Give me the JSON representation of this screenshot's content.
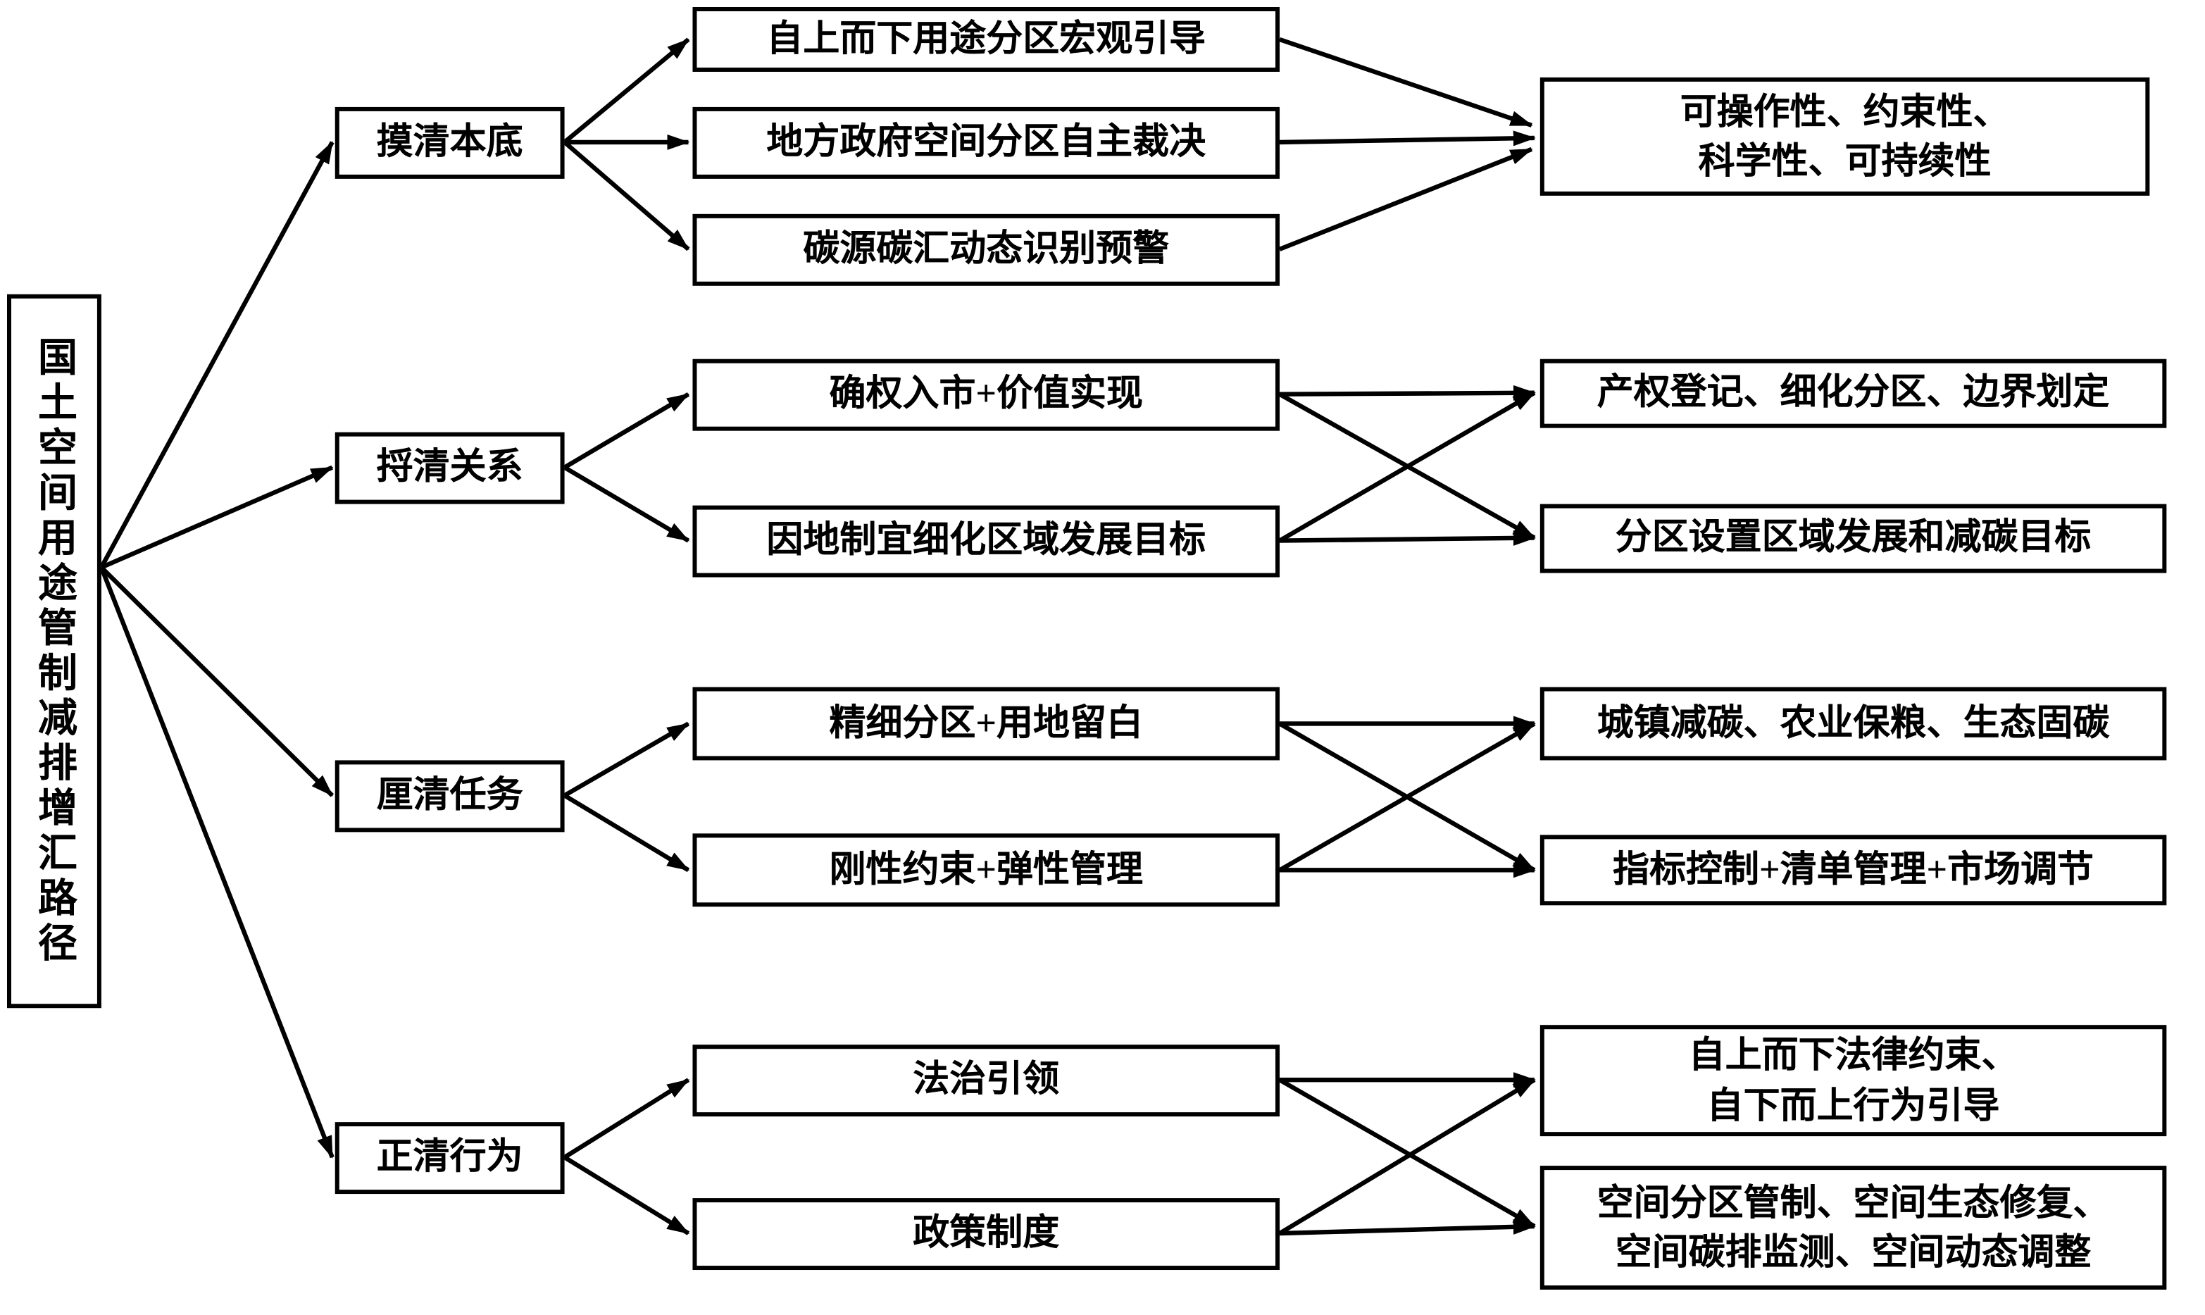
{
  "figure": {
    "colors": {
      "ink": "#000000",
      "background": "#ffffff"
    },
    "root": {
      "label": "国土空间用途管制减排增汇路径"
    },
    "groups": [
      {
        "stage": "摸清本底",
        "items": [
          "自上而下用途分区宏观引导",
          "地方政府空间分区自主裁决",
          "碳源碳汇动态识别预警"
        ],
        "outcomes": [
          {
            "lines": [
              "可操作性、约束性、",
              "科学性、可持续性"
            ]
          }
        ]
      },
      {
        "stage": "捋清关系",
        "items": [
          "确权入市+价值实现",
          "因地制宜细化区域发展目标"
        ],
        "outcomes": [
          {
            "lines": [
              "产权登记、细化分区、边界划定"
            ]
          },
          {
            "lines": [
              "分区设置区域发展和减碳目标"
            ]
          }
        ]
      },
      {
        "stage": "厘清任务",
        "items": [
          "精细分区+用地留白",
          "刚性约束+弹性管理"
        ],
        "outcomes": [
          {
            "lines": [
              "城镇减碳、农业保粮、生态固碳"
            ]
          },
          {
            "lines": [
              "指标控制+清单管理+市场调节"
            ]
          }
        ]
      },
      {
        "stage": "正清行为",
        "items": [
          "法治引领",
          "政策制度"
        ],
        "outcomes": [
          {
            "lines": [
              "自上而下法律约束、",
              "自下而上行为引导"
            ]
          },
          {
            "lines": [
              "空间分区管制、空间生态修复、",
              "空间碳排监测、空间动态调整"
            ]
          }
        ]
      }
    ]
  }
}
